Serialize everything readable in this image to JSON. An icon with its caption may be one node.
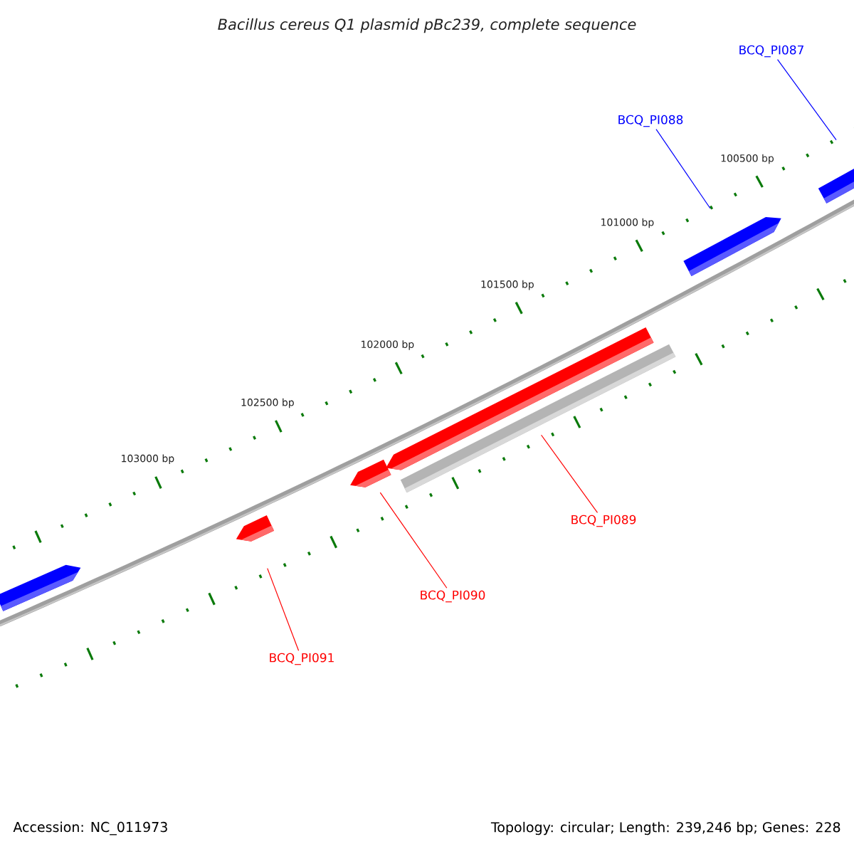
{
  "diagram": {
    "title": "Bacillus cereus Q1 plasmid pBc239, complete sequence",
    "nodes": [
      {
        "text": [
          "BCQ_PI087"
        ]
      },
      {
        "text": [
          "BCQ_PI088"
        ]
      },
      {
        "text": [],
        "shape": "bar"
      },
      {
        "text": [],
        "shape": "bar"
      },
      {
        "text": [],
        "shape": "bar"
      },
      {
        "text": [],
        "shape": "bar"
      },
      {
        "text": [],
        "shape": "bar"
      },
      {
        "text": [],
        "shape": "bar"
      },
      {
        "text": [],
        "shape": "bar"
      },
      {
        "text": [
          "BCQ_PI089"
        ]
      },
      {
        "text": [
          "BCQ_PI090"
        ]
      },
      {
        "text": [
          "BCQ_PI091"
        ]
      }
    ],
    "edges": [
      {
        "from": 0,
        "to": 2,
        "arrow": "none",
        "color": "#0000ff"
      },
      {
        "from": 1,
        "to": 3,
        "arrow": "none",
        "color": "#0000ff"
      },
      {
        "from": 9,
        "to": 4,
        "arrow": "none",
        "color": "#ff0000"
      },
      {
        "from": 10,
        "to": 6,
        "arrow": "none",
        "color": "#ff0000"
      },
      {
        "from": 11,
        "to": 8,
        "arrow": "none",
        "color": "#ff0000"
      }
    ],
    "labels": [
      "100500 bp",
      "101000 bp",
      "101500 bp",
      "102000 bp",
      "102500 bp",
      "103000 bp",
      "Accession: NC_011973",
      "Topology: circular; Length: 239,246 bp; Genes: 228"
    ]
  }
}
